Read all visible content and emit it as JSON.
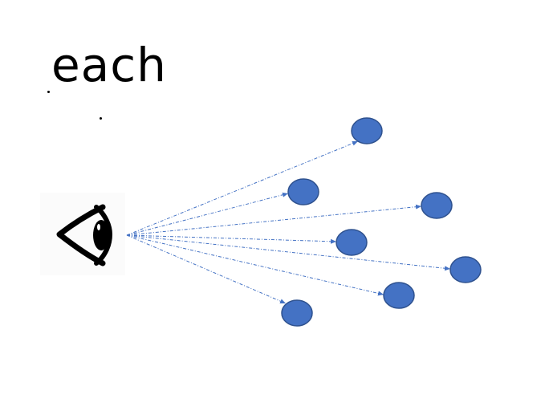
{
  "heading": {
    "text": "each"
  },
  "colors": {
    "node_fill": "#4472c4",
    "node_stroke": "#2f528f",
    "ray": "#4472c4",
    "text": "#000000"
  },
  "icons": {
    "viewer": "eye-icon"
  },
  "nodes": [
    {
      "id": "node-1"
    },
    {
      "id": "node-2"
    },
    {
      "id": "node-3"
    },
    {
      "id": "node-4"
    },
    {
      "id": "node-5"
    },
    {
      "id": "node-6"
    },
    {
      "id": "node-7"
    }
  ]
}
